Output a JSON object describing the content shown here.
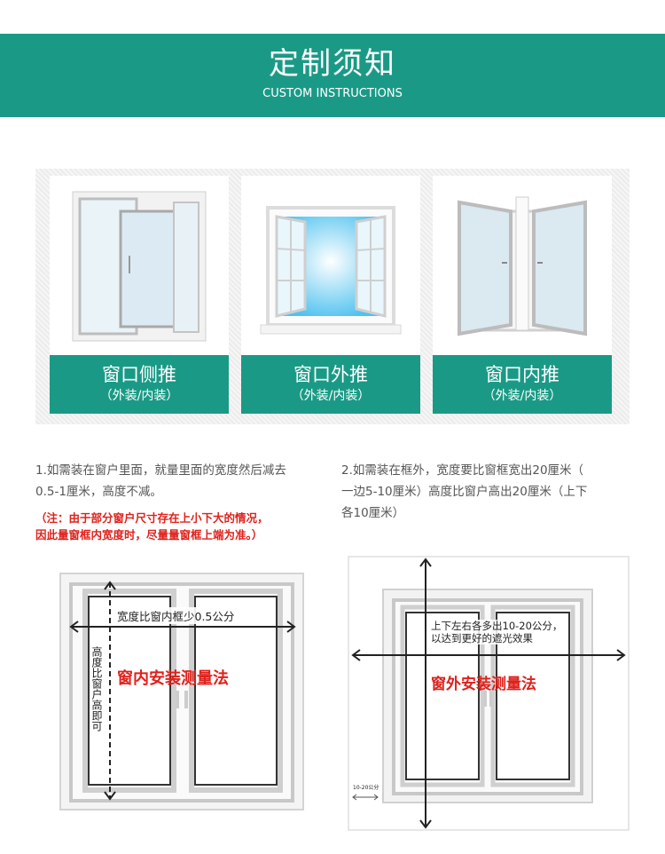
{
  "header": {
    "title": "定制须知",
    "subtitle": "CUSTOM INSTRUCTIONS"
  },
  "cards": [
    {
      "name": "窗口侧推",
      "sub": "（外装/内装）"
    },
    {
      "name": "窗口外推",
      "sub": "（外装/内装）"
    },
    {
      "name": "窗口内推",
      "sub": "（外装/内装）"
    }
  ],
  "notes": {
    "inside_line1": "1.如需装在窗户里面，就量里面的宽度然后减去",
    "inside_line2": "0.5-1厘米，高度不减。",
    "inside_warning_line1": "（注：由于部分窗户尺寸存在上小下大的情况，",
    "inside_warning_line2": "因此量窗框内宽度时，尽量量窗框上端为准。）",
    "outside_line1": "2.如需装在框外，宽度要比窗框宽出20厘米（",
    "outside_line2": "一边5-10厘米）高度比窗户高出20厘米（上下",
    "outside_line3": "各10厘米）"
  },
  "diagram_inside": {
    "width_label": "宽度比窗内框少0.5公分",
    "height_label": "高度比窗户高即可",
    "method_label": "窗内安装测量法"
  },
  "diagram_outside": {
    "extend_line1": "上下左右各多出10-20公分，",
    "extend_line2": "以达到更好的遮光效果",
    "method_label": "窗外安装测量法",
    "small_label": "10-20公分"
  },
  "colors": {
    "accent": "#1a9a86",
    "warning": "#e0201b"
  }
}
